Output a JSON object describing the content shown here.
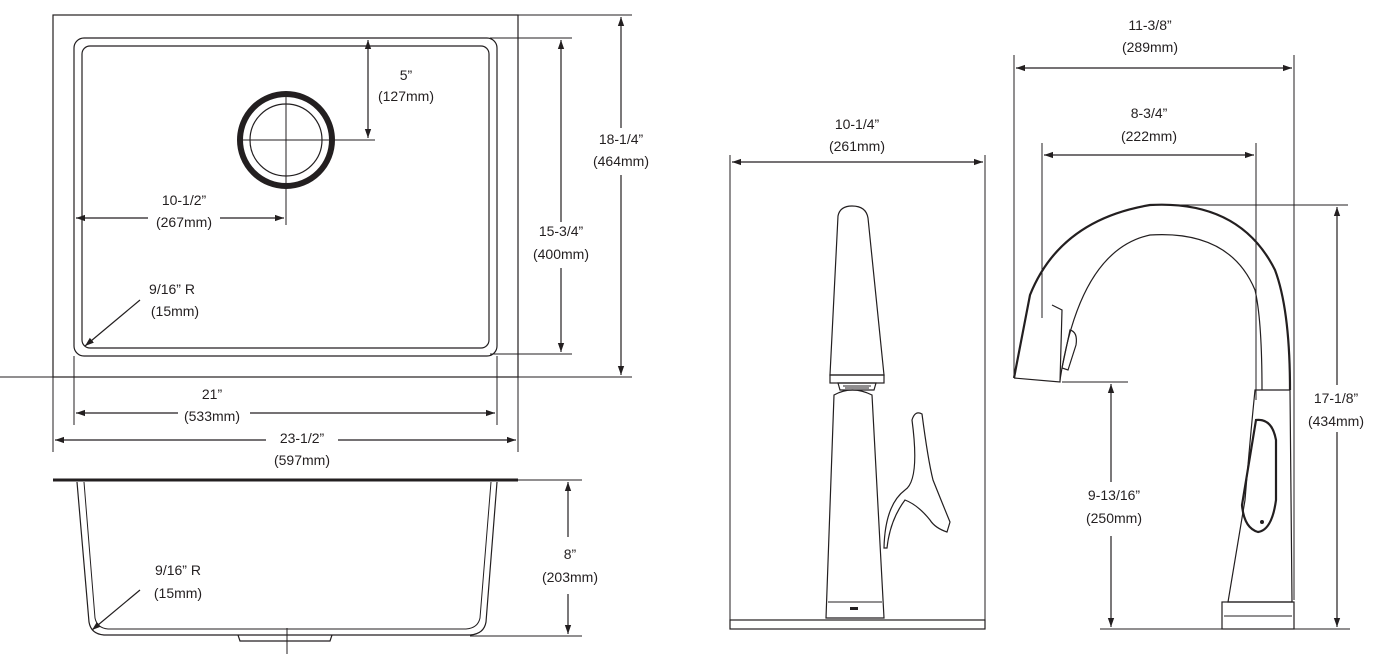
{
  "sink_top": {
    "drain_offset": {
      "imperial": "5”",
      "metric": "(127mm)"
    },
    "drain_center": {
      "imperial": "10-1/2”",
      "metric": "(267mm)"
    },
    "bowl_length": {
      "imperial": "15-3/4”",
      "metric": "(400mm)"
    },
    "outer_length": {
      "imperial": "18-1/4”",
      "metric": "(464mm)"
    },
    "corner_radius": {
      "imperial": "9/16” R",
      "metric": "(15mm)"
    },
    "bowl_width": {
      "imperial": "21”",
      "metric": "(533mm)"
    },
    "outer_width": {
      "imperial": "23-1/2”",
      "metric": "(597mm)"
    }
  },
  "sink_side": {
    "corner_radius": {
      "imperial": "9/16” R",
      "metric": "(15mm)"
    },
    "depth": {
      "imperial": "8”",
      "metric": "(203mm)"
    }
  },
  "faucet_front": {
    "deck_width": {
      "imperial": "10-1/4”",
      "metric": "(261mm)"
    }
  },
  "faucet_side": {
    "overall_reach": {
      "imperial": "11-3/8”",
      "metric": "(289mm)"
    },
    "spout_reach": {
      "imperial": "8-3/4”",
      "metric": "(222mm)"
    },
    "overall_height": {
      "imperial": "17-1/8”",
      "metric": "(434mm)"
    },
    "spout_height": {
      "imperial": "9-13/16”",
      "metric": "(250mm)"
    }
  }
}
